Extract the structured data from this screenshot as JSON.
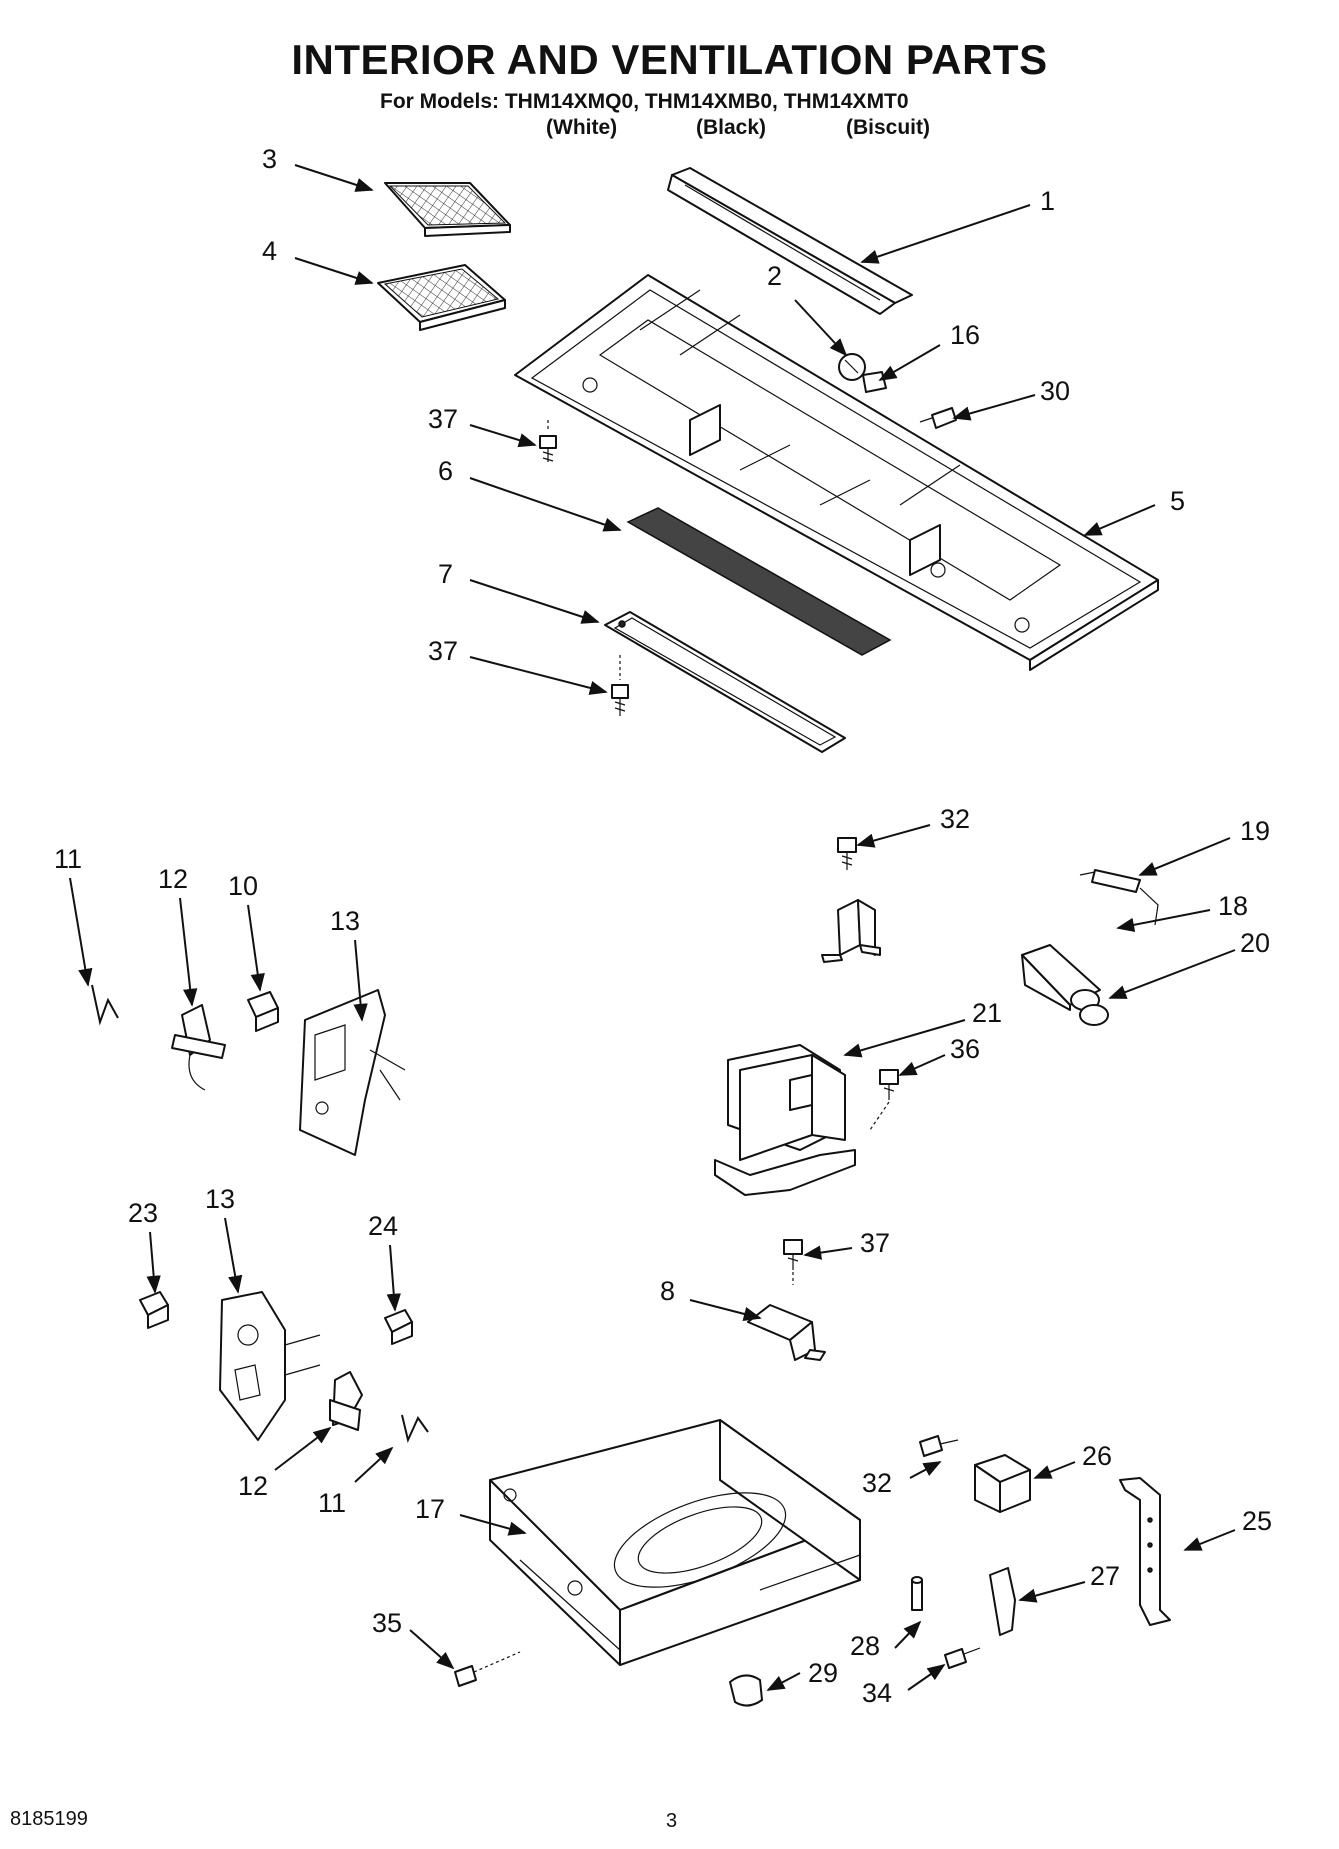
{
  "header": {
    "title": "INTERIOR AND VENTILATION PARTS",
    "models_line": "For Models: THM14XMQ0, THM14XMB0, THM14XMT0",
    "colors": [
      "(White)",
      "(Black)",
      "(Biscuit)"
    ]
  },
  "callouts": {
    "c1": "1",
    "c2": "2",
    "c3": "3",
    "c4": "4",
    "c5": "5",
    "c6": "6",
    "c7": "7",
    "c8": "8",
    "c10": "10",
    "c11a": "11",
    "c11b": "11",
    "c12a": "12",
    "c12b": "12",
    "c13a": "13",
    "c13b": "13",
    "c16": "16",
    "c17": "17",
    "c18": "18",
    "c19": "19",
    "c20": "20",
    "c21": "21",
    "c23": "23",
    "c24": "24",
    "c25": "25",
    "c26": "26",
    "c27": "27",
    "c28": "28",
    "c29": "29",
    "c30": "30",
    "c32a": "32",
    "c32b": "32",
    "c34": "34",
    "c35": "35",
    "c36": "36",
    "c37a": "37",
    "c37b": "37",
    "c37c": "37"
  },
  "footer": {
    "doc_number": "8185199",
    "page_number": "3"
  }
}
